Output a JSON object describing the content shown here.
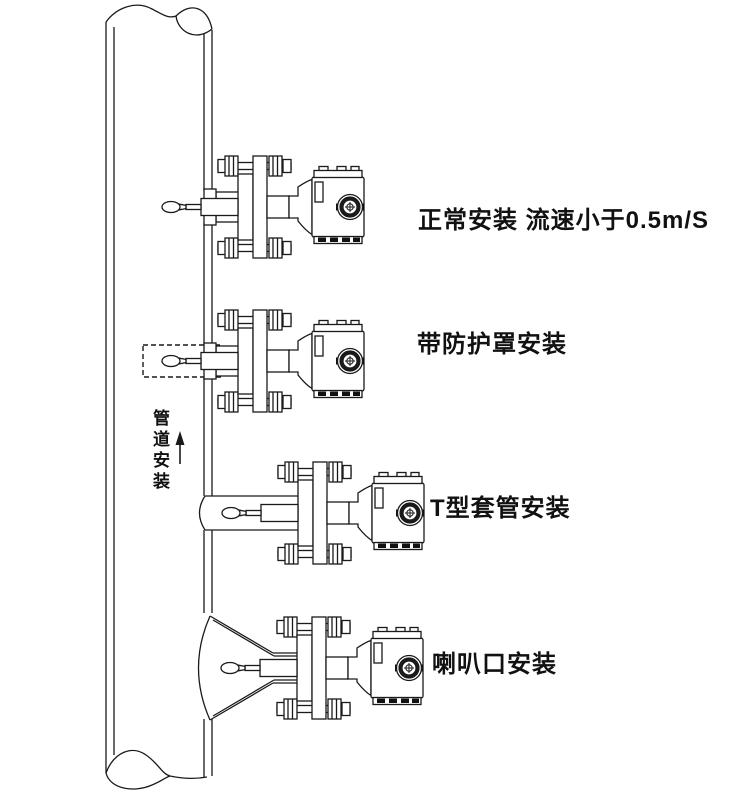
{
  "diagram": {
    "background_color": "#ffffff",
    "line_color": "#1a1a1a",
    "installation_labels": [
      {
        "id": "normal-install",
        "text": "正常安装  流速小于0.5m/S"
      },
      {
        "id": "protective-cover-install",
        "text": "带防护罩安装"
      },
      {
        "id": "t-sleeve-install",
        "text": "T型套管安装"
      },
      {
        "id": "bell-mouth-install",
        "text": "喇叭口安装"
      }
    ],
    "pipe_direction_label": "管道安装"
  }
}
